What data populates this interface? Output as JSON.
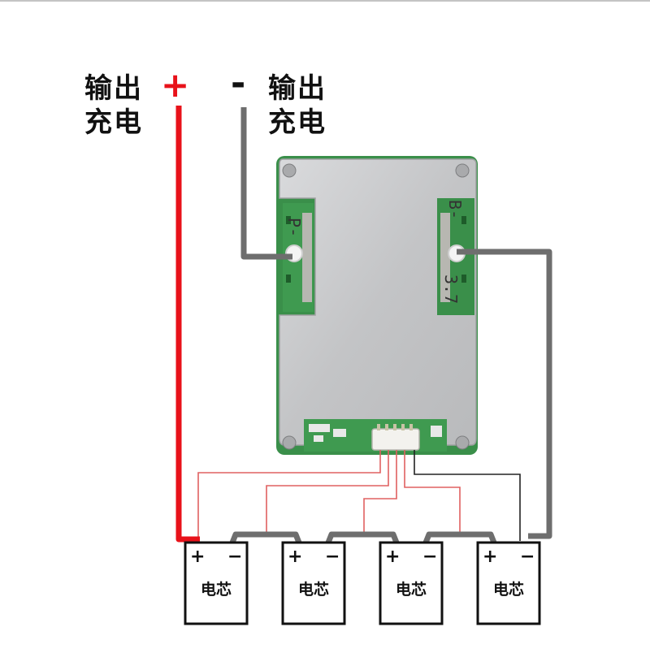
{
  "labels": {
    "positive_line1": "输出",
    "positive_line2": "充电",
    "positive_sign": "+",
    "negative_sign": "-",
    "negative_line1": "输出",
    "negative_line2": "充电"
  },
  "board": {
    "silk_left": "P-",
    "silk_right": "B-",
    "silk_value": "3.7"
  },
  "cells": [
    {
      "label": "电芯",
      "plus": "+",
      "minus": "−"
    },
    {
      "label": "电芯",
      "plus": "+",
      "minus": "−"
    },
    {
      "label": "电芯",
      "plus": "+",
      "minus": "−"
    },
    {
      "label": "电芯",
      "plus": "+",
      "minus": "−"
    }
  ],
  "colors": {
    "positive_wire": "#e8121a",
    "negative_wire": "#6e6e6e",
    "sense_wire_red": "#e06060",
    "sense_wire_black": "#222222",
    "pcb_green": "#3a8f4a",
    "aluminum": "#c8c9cb"
  }
}
